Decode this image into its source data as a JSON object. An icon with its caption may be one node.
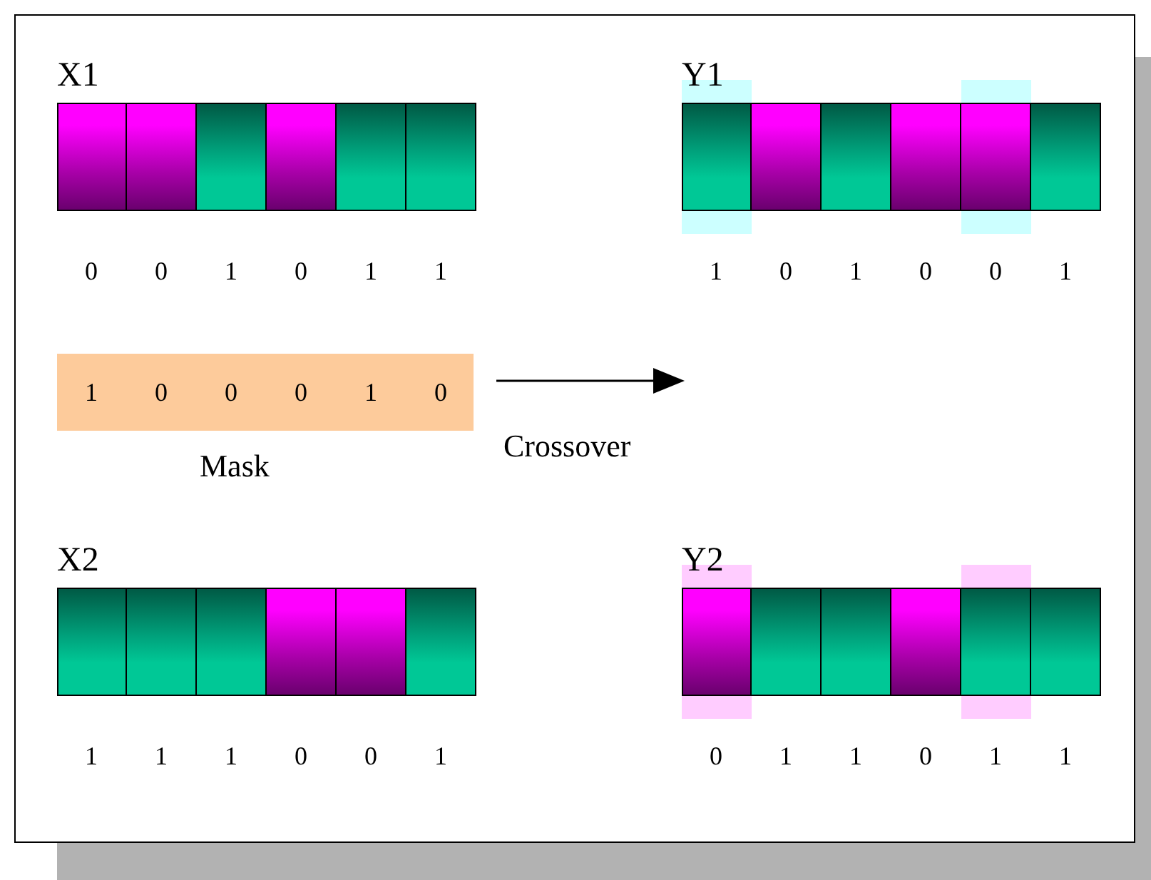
{
  "diagram": {
    "nodes": [
      {
        "text": [
          "X1"
        ]
      },
      {
        "text": [],
        "shape": "box",
        "beside": [
          "0"
        ],
        "in": 0
      },
      {
        "text": [],
        "shape": "box",
        "beside": [
          "0"
        ],
        "in": 0
      },
      {
        "text": [],
        "shape": "box",
        "beside": [
          "1"
        ],
        "in": 0
      },
      {
        "text": [],
        "shape": "box",
        "beside": [
          "0"
        ],
        "in": 0
      },
      {
        "text": [],
        "shape": "box",
        "beside": [
          "1"
        ],
        "in": 0
      },
      {
        "text": [],
        "shape": "box",
        "beside": [
          "1"
        ],
        "in": 0
      },
      {
        "text": [
          "Y1"
        ]
      },
      {
        "text": [],
        "shape": "box",
        "beside": [
          "1"
        ],
        "in": 7
      },
      {
        "text": [],
        "shape": "box",
        "beside": [
          "0"
        ],
        "in": 7
      },
      {
        "text": [],
        "shape": "box",
        "beside": [
          "1"
        ],
        "in": 7
      },
      {
        "text": [],
        "shape": "box",
        "beside": [
          "0"
        ],
        "in": 7
      },
      {
        "text": [],
        "shape": "box",
        "beside": [
          "0"
        ],
        "in": 7
      },
      {
        "text": [],
        "shape": "box",
        "beside": [
          "1"
        ],
        "in": 7
      },
      {
        "text": [
          "1",
          "0",
          "0",
          "0",
          "1",
          "0"
        ],
        "beside": [
          "Mask"
        ]
      },
      {
        "text": [
          "X2"
        ]
      },
      {
        "text": [],
        "shape": "box",
        "beside": [
          "1"
        ],
        "in": 15
      },
      {
        "text": [],
        "shape": "box",
        "beside": [
          "1"
        ],
        "in": 15
      },
      {
        "text": [],
        "shape": "box",
        "beside": [
          "1"
        ],
        "in": 15
      },
      {
        "text": [],
        "shape": "box",
        "beside": [
          "0"
        ],
        "in": 15
      },
      {
        "text": [],
        "shape": "box",
        "beside": [
          "0"
        ],
        "in": 15
      },
      {
        "text": [],
        "shape": "box",
        "beside": [
          "1"
        ],
        "in": 15
      },
      {
        "text": [
          "Y2"
        ]
      },
      {
        "text": [],
        "shape": "box",
        "beside": [
          "0"
        ],
        "in": 22
      },
      {
        "text": [],
        "shape": "box",
        "beside": [
          "1"
        ],
        "in": 22
      },
      {
        "text": [],
        "shape": "box",
        "beside": [
          "1"
        ],
        "in": 22
      },
      {
        "text": [],
        "shape": "box",
        "beside": [
          "0"
        ],
        "in": 22
      },
      {
        "text": [],
        "shape": "box",
        "beside": [
          "1"
        ],
        "in": 22
      },
      {
        "text": [],
        "shape": "box",
        "beside": [
          "1"
        ],
        "in": 22
      }
    ],
    "labels": [
      "Crossover"
    ]
  }
}
